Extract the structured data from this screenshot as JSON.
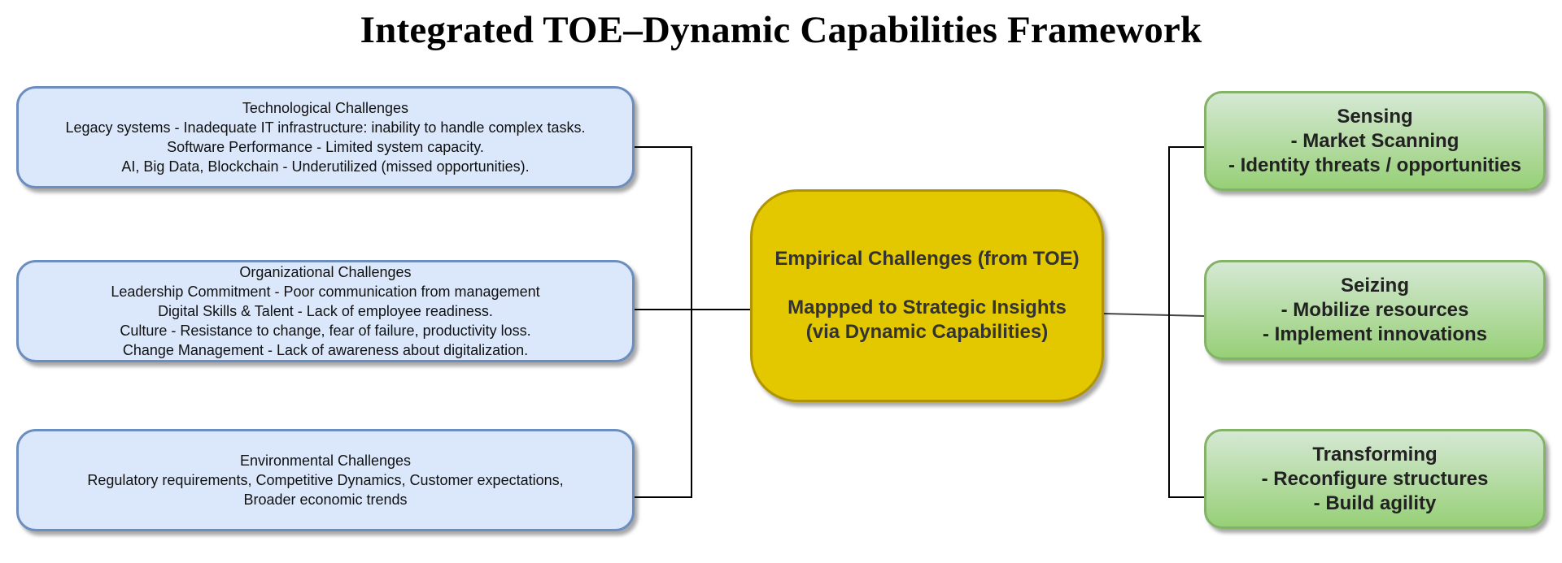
{
  "title": "Integrated TOE–Dynamic Capabilities Framework",
  "left_boxes": [
    {
      "lines": [
        "Technological Challenges",
        "Legacy systems - Inadequate IT infrastructure: inability to handle complex tasks.",
        "Software Performance - Limited system capacity.",
        "AI, Big Data, Blockchain - Underutilized (missed opportunities)."
      ]
    },
    {
      "lines": [
        "Organizational Challenges",
        "Leadership Commitment - Poor communication from management",
        "Digital Skills & Talent - Lack of employee readiness.",
        "Culture - Resistance to change, fear of failure, productivity loss.",
        "Change Management - Lack of awareness about digitalization."
      ]
    },
    {
      "lines": [
        "Environmental Challenges",
        "Regulatory requirements, Competitive Dynamics, Customer expectations,",
        "Broader economic trends"
      ]
    }
  ],
  "center_box": {
    "line1": "Empirical Challenges (from TOE)",
    "line2": "Mappped to Strategic Insights",
    "line3": "(via Dynamic Capabilities)"
  },
  "right_boxes": [
    {
      "lines": [
        "Sensing",
        "- Market Scanning",
        "- Identity threats / opportunities"
      ]
    },
    {
      "lines": [
        "Seizing",
        "- Mobilize resources",
        "- Implement innovations"
      ]
    },
    {
      "lines": [
        "Transforming",
        "- Reconfigure structures",
        "- Build agility"
      ]
    }
  ],
  "colors": {
    "left_fill": "#dbe8fb",
    "left_border": "#6c8ebf",
    "center_fill": "#e3c800",
    "right_fill": "#97d077",
    "right_border": "#82b366"
  }
}
